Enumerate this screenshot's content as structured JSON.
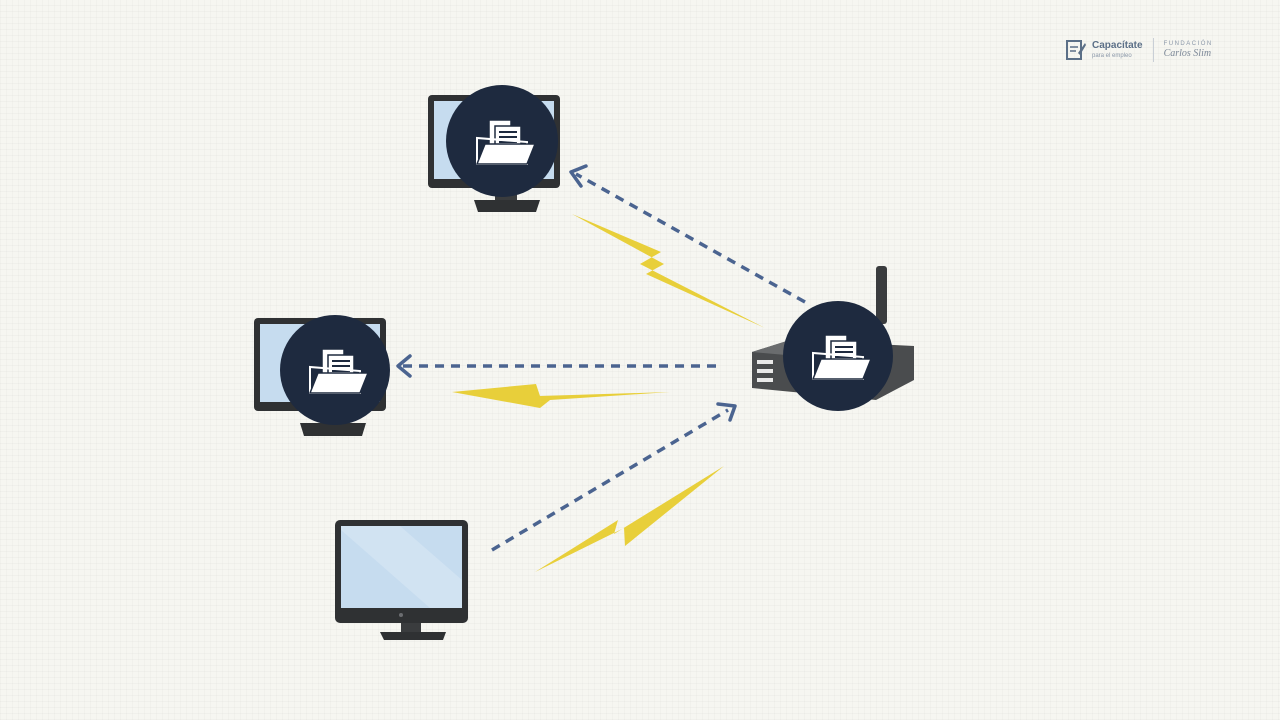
{
  "logo": {
    "title": "Capacítate",
    "subtitle": "para el empleo",
    "foundation_label": "FUNDACIÓN",
    "foundation_signature": "Carlos Slim"
  },
  "colors": {
    "background": "#f6f6f1",
    "arrow": "#4b6490",
    "lightning": "#e8cf3a",
    "badge": "#1e2a3f",
    "device_dark": "#2f3133",
    "screen": "#c6dcef"
  },
  "diagram": {
    "nodes": [
      {
        "id": "computer-top",
        "type": "desktop-computer",
        "icon": "shared-folder-icon"
      },
      {
        "id": "computer-middle",
        "type": "desktop-computer",
        "icon": "shared-folder-icon"
      },
      {
        "id": "computer-bottom",
        "type": "desktop-computer",
        "icon": "none"
      },
      {
        "id": "router",
        "type": "wireless-router",
        "icon": "shared-folder-icon"
      }
    ],
    "links": [
      {
        "from": "router",
        "to": "computer-top",
        "style": "dashed-arrow",
        "signal": "wireless"
      },
      {
        "from": "router",
        "to": "computer-middle",
        "style": "dashed-arrow",
        "signal": "wireless"
      },
      {
        "from": "computer-bottom",
        "to": "router",
        "style": "dashed-arrow",
        "signal": "wireless"
      }
    ]
  }
}
